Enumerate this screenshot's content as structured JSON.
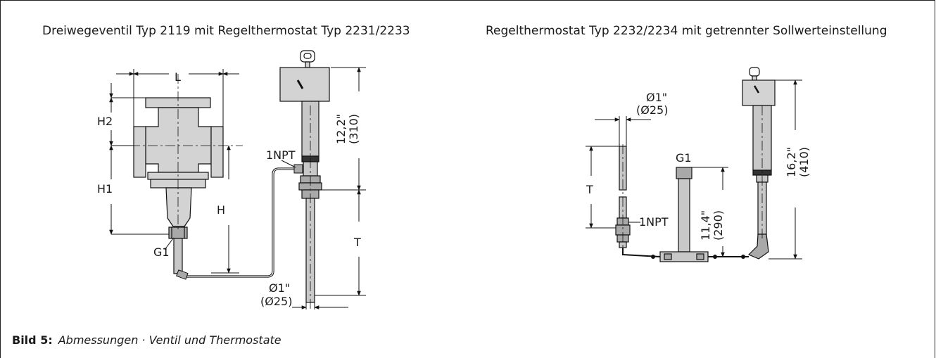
{
  "figure": {
    "left_title": "Dreiwegeventil Typ 2119 mit Regelthermostat Typ 2231/2233",
    "right_title": "Regelthermostat Typ 2232/2234 mit getrennter Sollwerteinstellung",
    "caption_label": "Bild 5:",
    "caption_text": "Abmessungen · Ventil und Thermostate"
  },
  "left_drawing": {
    "dim_L": "L",
    "dim_H2": "H2",
    "dim_H1": "H1",
    "dim_H": "H",
    "dim_T": "T",
    "label_G1": "G1",
    "label_1NPT": "1NPT",
    "dim_length_in": "12,2\"",
    "dim_length_mm": "(310)",
    "dim_dia_in": "Ø1\"",
    "dim_dia_mm": "(Ø25)"
  },
  "right_drawing": {
    "dim_dia_in": "Ø1\"",
    "dim_dia_mm": "(Ø25)",
    "label_G1": "G1",
    "dim_T": "T",
    "label_1NPT": "1NPT",
    "dim_mid_in": "11,4\"",
    "dim_mid_mm": "(290)",
    "dim_total_in": "16,2\"",
    "dim_total_mm": "(410)"
  }
}
